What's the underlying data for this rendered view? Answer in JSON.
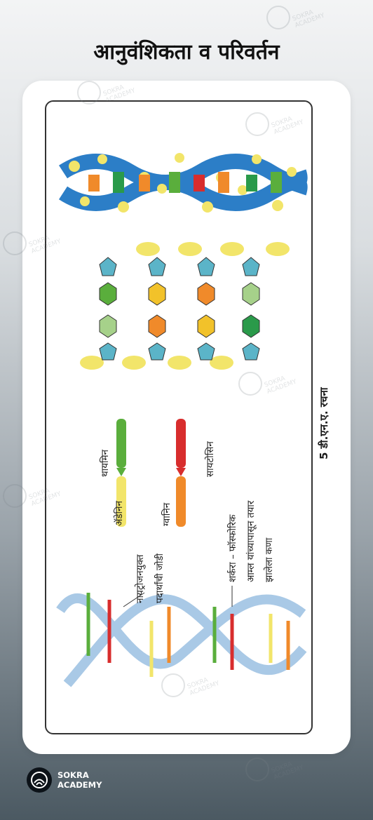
{
  "title": "आनुवंशिकता व परिवर्तन",
  "figure": {
    "caption": "5 डी.एन.ए. रचना",
    "legend": {
      "adenine": "ॲडेनिन",
      "thymine": "थायमिन",
      "guanine": "ग्वानिन",
      "cytosine": "सायटोसिन"
    },
    "labels": {
      "nitrogen_line1": "नायट्रोजनयुक्त",
      "nitrogen_line2": "पदार्थांची जोडी",
      "sugar_line1": "शर्करा – फॉस्फोरिक",
      "sugar_line2": "आम्ल यांच्यापासून तयार",
      "sugar_line3": "झालेला कणा"
    }
  },
  "brand": {
    "line1": "SOKRA",
    "line2": "ACADEMY"
  },
  "watermark": {
    "line1": "SOKRA",
    "line2": "ACADEMY"
  },
  "colors": {
    "adenine": "#e8d64a",
    "thymine": "#5aae3c",
    "guanine": "#f08a2a",
    "cytosine": "#d82d2d",
    "sugar": "#5bb4c8",
    "phosphate": "#f2e56a"
  }
}
